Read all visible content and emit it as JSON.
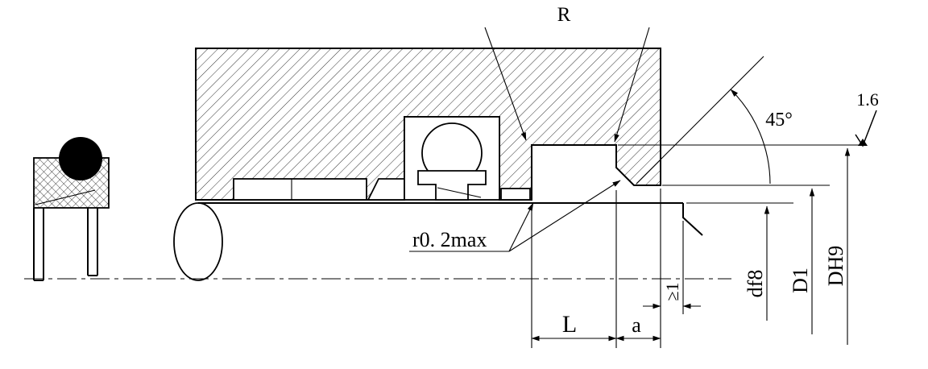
{
  "drawing": {
    "description": "Rotary seal installation groove cross-section drawing",
    "line_color": "#000000",
    "background_color": "#ffffff",
    "callouts": {
      "groove_radius": "R",
      "chamfer_angle": "45°",
      "surface_roughness": "1.6",
      "corner_fillet": "r0. 2max",
      "min_clearance": "≥1",
      "groove_length": "L",
      "chamfer_width": "a",
      "shaft_diameter": "df8",
      "bore_diameter": "D1",
      "groove_diameter": "DH9"
    }
  }
}
